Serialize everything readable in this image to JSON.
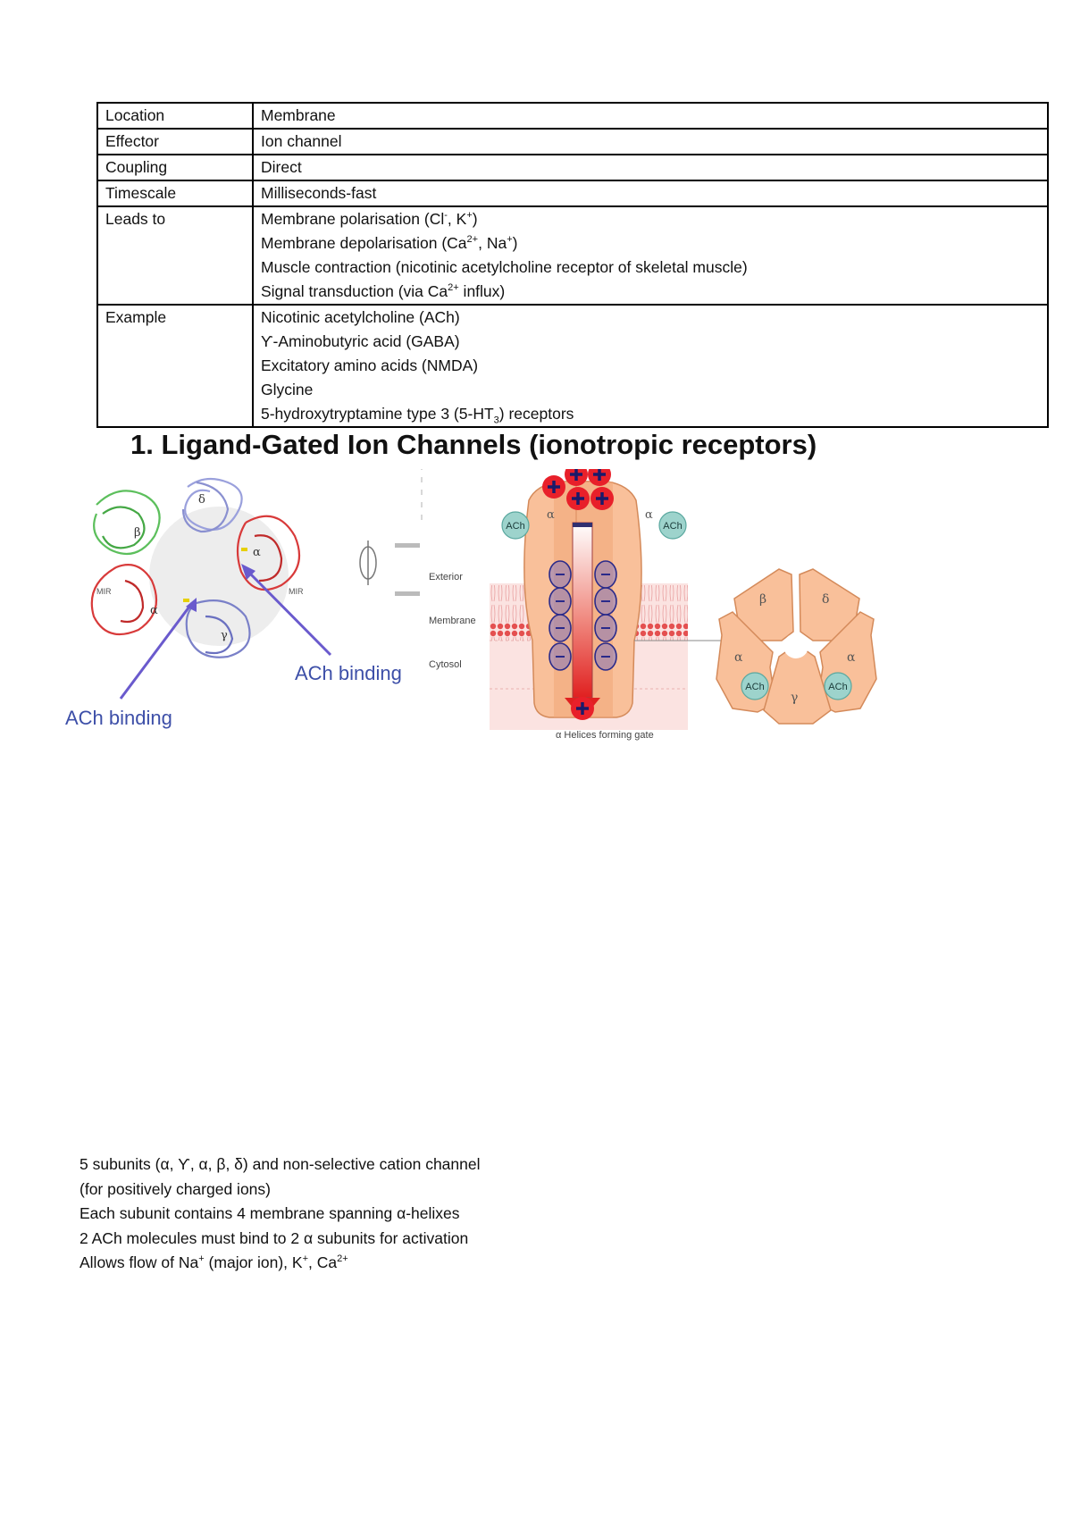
{
  "table": {
    "rows": [
      {
        "label": "Location",
        "lines": [
          "Membrane"
        ]
      },
      {
        "label": "Effector",
        "lines": [
          "Ion channel"
        ]
      },
      {
        "label": "Coupling",
        "lines": [
          "Direct"
        ]
      },
      {
        "label": "Timescale",
        "lines": [
          "Milliseconds-fast"
        ]
      },
      {
        "label": "Leads to",
        "lines": [
          "Membrane polarisation (Cl<sup>-</sup>, K<sup>+</sup>)",
          "Membrane depolarisation (Ca<sup>2+</sup>, Na<sup>+</sup>)",
          "Muscle contraction (nicotinic acetylcholine receptor of skeletal muscle)",
          "Signal transduction (via Ca<sup>2+</sup> influx)"
        ]
      },
      {
        "label": "Example",
        "lines": [
          "Nicotinic acetylcholine (ACh)",
          "Ƴ-Aminobutyric acid (GABA)",
          "Excitatory amino acids (NMDA)",
          "Glycine",
          "5-hydroxytryptamine type 3 (5-HT<sub>3</sub>) receptors"
        ]
      }
    ]
  },
  "heading": "1. Ligand-Gated Ion Channels (ionotropic receptors)",
  "figure": {
    "left_panel": {
      "subunits": [
        "δ",
        "β",
        "α",
        "α",
        "γ"
      ],
      "mir_labels": [
        "MIR",
        "MIR"
      ],
      "callout_right": "ACh binding",
      "callout_left": "ACh binding"
    },
    "middle_panel": {
      "subunits": [
        "α",
        "α"
      ],
      "ach_labels": [
        "ACh",
        "ACh"
      ],
      "layer_labels": [
        "Exterior",
        "Membrane",
        "Cytosol"
      ],
      "caption": "α Helices forming gate"
    },
    "right_panel": {
      "subunits": [
        "β",
        "δ",
        "α",
        "α",
        "γ"
      ],
      "ach_labels": [
        "ACh",
        "ACh"
      ]
    },
    "colors": {
      "protein_orange": "#f9c09a",
      "protein_outline": "#d48a5a",
      "ach_teal": "#9dd3cc",
      "callout_purple": "#6a5acd",
      "plus_red": "#e8202a",
      "ribbon_red": "#d83a3a",
      "ribbon_blue": "#8a90d0",
      "ribbon_green": "#4caf50"
    }
  },
  "notes": [
    "5 subunits (α, Ƴ, α, β, δ) and non-selective cation channel (for positively charged ions)",
    "Each subunit contains 4 membrane spanning α-helixes",
    "2 ACh molecules must bind to 2 α subunits for activation",
    "Allows flow of Na<sup>+</sup> (major ion), K<sup>+</sup>, Ca<sup>2+</sup>"
  ]
}
